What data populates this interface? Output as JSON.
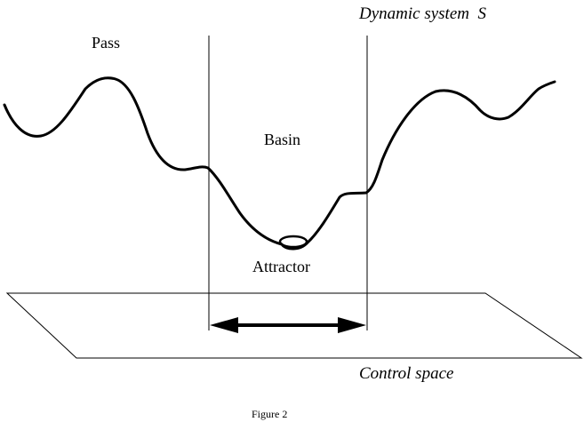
{
  "labels": {
    "system_title": "Dynamic system  S",
    "pass": "Pass",
    "basin": "Basin",
    "attractor": "Attractor",
    "control_space": "Control space",
    "figure_caption": "Figure 2"
  },
  "colors": {
    "ink": "#000000",
    "background": "#ffffff"
  }
}
